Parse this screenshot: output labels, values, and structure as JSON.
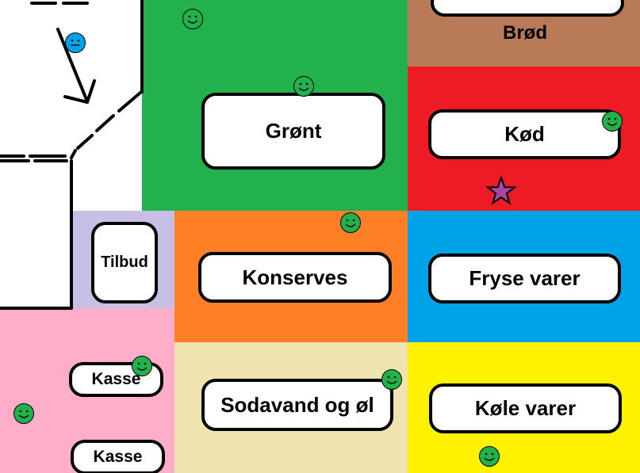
{
  "map": {
    "sections": {
      "brod": "Brød",
      "gront": "Grønt",
      "kod": "Kød",
      "tilbud": "Tilbud",
      "konserves": "Konserves",
      "fryse": "Fryse varer",
      "sodavand": "Sodavand og øl",
      "kole": "Køle varer",
      "kasse_1": "Kasse",
      "kasse_2": "Kasse"
    },
    "colors": {
      "green": "#22b14c",
      "brown": "#b97a57",
      "red": "#ed1c24",
      "lavender": "#c8bfe7",
      "orange": "#ff7f27",
      "blue": "#00a2e8",
      "pink": "#ffaec9",
      "beige": "#efe4b0",
      "yellow": "#fff200",
      "smiley_green": "#22b14c",
      "smiley_blue": "#00a2e8",
      "star": "#a349a4"
    },
    "markers": {
      "shopper_icon": "blue-smiley-icon",
      "person_icon": "green-smiley-icon",
      "target_icon": "purple-star-icon",
      "direction_icon": "arrow-icon"
    }
  }
}
